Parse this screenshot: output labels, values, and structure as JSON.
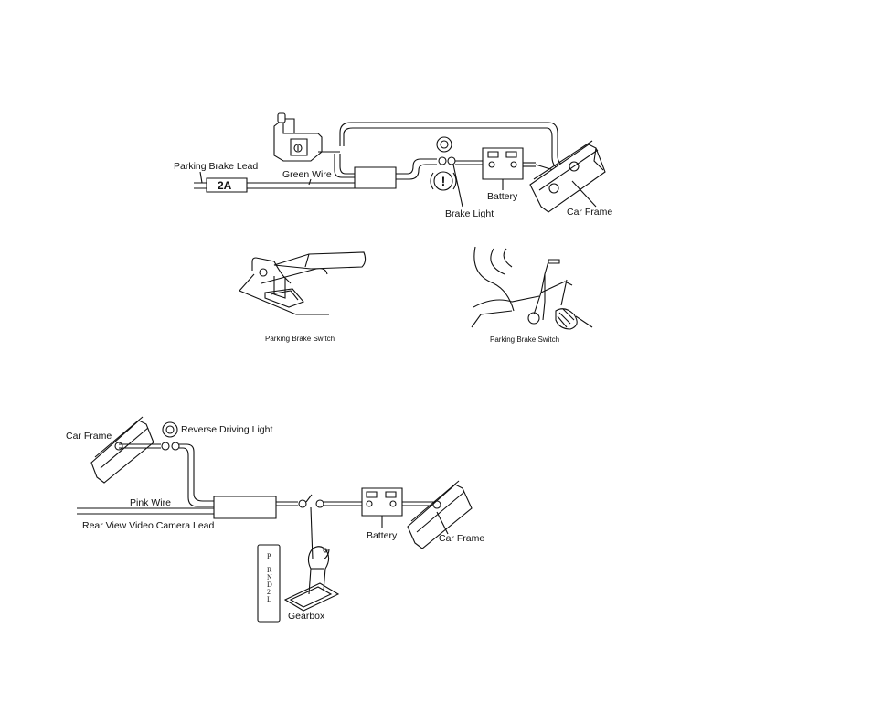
{
  "top_diagram": {
    "parking_brake_lead": "Parking Brake Lead",
    "green_wire": "Green Wire",
    "fuse": "2A",
    "battery": "Battery",
    "brake_light": "Brake Light",
    "car_frame": "Car Frame"
  },
  "switch_figures": {
    "left_caption": "Parking Brake Switch",
    "right_caption": "Parking Brake Switch"
  },
  "bottom_diagram": {
    "car_frame_left": "Car Frame",
    "reverse_light": "Reverse Driving Light",
    "pink_wire": "Pink Wire",
    "camera_lead": "Rear View Video Camera Lead",
    "battery": "Battery",
    "car_frame_right": "Car Frame",
    "gearbox": "Gearbox",
    "gear_positions": [
      "P",
      "R",
      "N",
      "D",
      "2",
      "L"
    ]
  }
}
